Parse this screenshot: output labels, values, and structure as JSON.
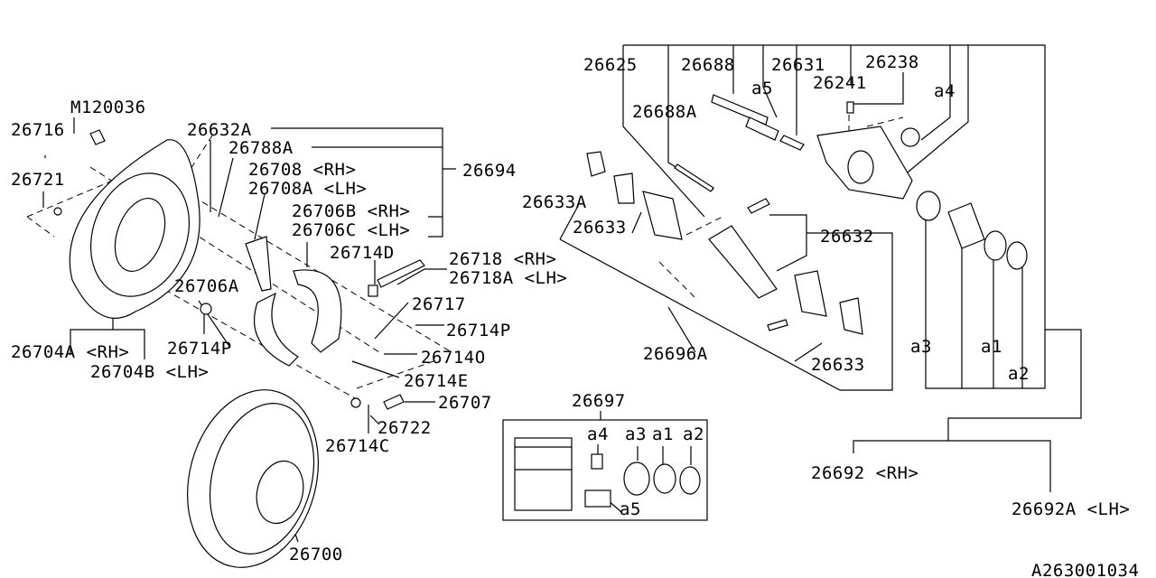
{
  "diagram_code": "A263001034",
  "labels": [
    {
      "id": "m120036",
      "text": "M120036"
    },
    {
      "id": "26716",
      "text": "26716"
    },
    {
      "id": "26721",
      "text": "26721"
    },
    {
      "id": "26632a",
      "text": "26632A"
    },
    {
      "id": "26788a",
      "text": "26788A"
    },
    {
      "id": "26708",
      "text": "26708  <RH>"
    },
    {
      "id": "26708a",
      "text": "26708A <LH>"
    },
    {
      "id": "26694",
      "text": "26694"
    },
    {
      "id": "26706b",
      "text": "26706B <RH>"
    },
    {
      "id": "26706c",
      "text": "26706C <LH>"
    },
    {
      "id": "26714d",
      "text": "26714D"
    },
    {
      "id": "26718",
      "text": "26718  <RH>"
    },
    {
      "id": "26718a",
      "text": "26718A <LH>"
    },
    {
      "id": "26706a",
      "text": "26706A"
    },
    {
      "id": "26717",
      "text": "26717"
    },
    {
      "id": "26714p-r",
      "text": "26714P"
    },
    {
      "id": "26714p-l",
      "text": "26714P"
    },
    {
      "id": "26714o",
      "text": "26714O"
    },
    {
      "id": "26704a",
      "text": "26704A <RH>"
    },
    {
      "id": "26704b",
      "text": "26704B <LH>"
    },
    {
      "id": "26714e",
      "text": "26714E"
    },
    {
      "id": "26707",
      "text": "26707"
    },
    {
      "id": "26722",
      "text": "26722"
    },
    {
      "id": "26714c",
      "text": "26714C"
    },
    {
      "id": "26700",
      "text": "26700"
    },
    {
      "id": "26697",
      "text": "26697"
    },
    {
      "id": "kit-a4",
      "text": "a4"
    },
    {
      "id": "kit-a3",
      "text": "a3"
    },
    {
      "id": "kit-a1",
      "text": "a1"
    },
    {
      "id": "kit-a2",
      "text": "a2"
    },
    {
      "id": "kit-a5",
      "text": "a5"
    },
    {
      "id": "26625",
      "text": "26625"
    },
    {
      "id": "26688",
      "text": "26688"
    },
    {
      "id": "26631",
      "text": "26631"
    },
    {
      "id": "26238",
      "text": "26238"
    },
    {
      "id": "26241",
      "text": "26241"
    },
    {
      "id": "cal-a5",
      "text": "a5"
    },
    {
      "id": "cal-a4",
      "text": "a4"
    },
    {
      "id": "26688a",
      "text": "26688A"
    },
    {
      "id": "26633a",
      "text": "26633A"
    },
    {
      "id": "26633-top",
      "text": "26633"
    },
    {
      "id": "26632",
      "text": "26632"
    },
    {
      "id": "26696a",
      "text": "26696A"
    },
    {
      "id": "26633-bot",
      "text": "26633"
    },
    {
      "id": "cal-a3",
      "text": "a3"
    },
    {
      "id": "cal-a1",
      "text": "a1"
    },
    {
      "id": "cal-a2",
      "text": "a2"
    },
    {
      "id": "26692",
      "text": "26692  <RH>"
    },
    {
      "id": "26692a",
      "text": "26692A <LH>"
    }
  ]
}
